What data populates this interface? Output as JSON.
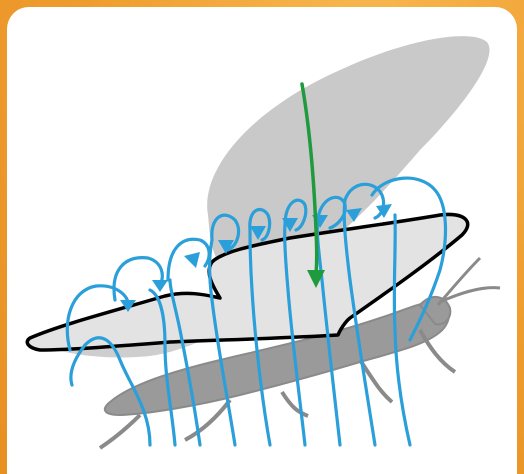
{
  "diagram": {
    "colors": {
      "frame": "#ef9c2e",
      "panel": "#ffffff",
      "wing_shadow": "#c9c9c9",
      "wing_fill": "#e3e3e3",
      "wing_outline": "#000000",
      "insect_body": "#9a9a9a",
      "flow_lines": "#2b9fd9",
      "downwash_arrow": "#1f9a3c"
    },
    "elements": [
      "wing-shadow",
      "insect-body",
      "wing",
      "vortex-flow-lines",
      "downwash-arrow"
    ]
  }
}
